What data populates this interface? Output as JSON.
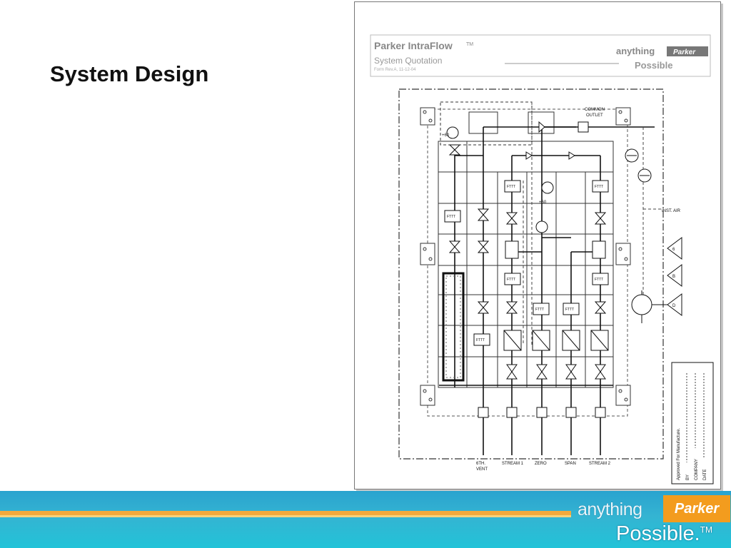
{
  "slide": {
    "title": "System Design"
  },
  "drawing": {
    "brand": "Parker IntraFlow",
    "brand_tm": "TM",
    "subtitle": "System Quotation",
    "form_rev": "Form Rev.A, 11-12-04",
    "badge_line1": "anything",
    "badge_parker": "Parker",
    "badge_line2": "Possible",
    "common_outlet": [
      "COMMON",
      "OUTLET"
    ],
    "instair": "INST. AIR",
    "labels": {
      "sixty": "+60",
      "ftr": "FTTT",
      "six": "6",
      "b": "B",
      "d": "D"
    },
    "streams": [
      {
        "label": [
          "6TH.",
          "VENT"
        ]
      },
      {
        "label": [
          "STREAM 1"
        ]
      },
      {
        "label": [
          "ZERO"
        ]
      },
      {
        "label": [
          "SPAN"
        ]
      },
      {
        "label": [
          "STREAM 2"
        ]
      }
    ],
    "approval": {
      "heading": "Approved For Manufacture.",
      "by": "BY",
      "company": "COMPANY",
      "date": "DATE"
    }
  },
  "footer": {
    "anything": "anything",
    "parker": "Parker",
    "possible": "Possible.",
    "tm": "TM"
  }
}
